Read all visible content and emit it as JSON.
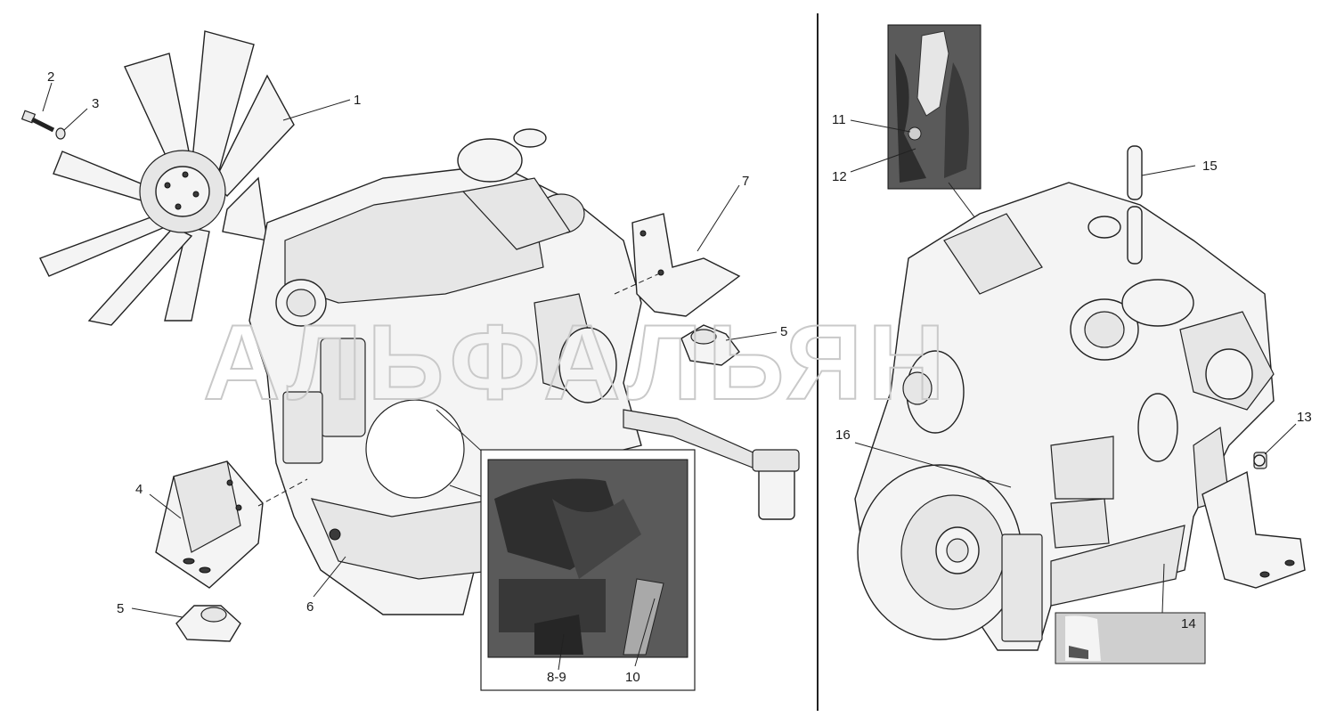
{
  "callouts": {
    "c1": "1",
    "c2": "2",
    "c3": "3",
    "c4": "4",
    "c5a": "5",
    "c5b": "5",
    "c6": "6",
    "c7": "7",
    "c89": "8-9",
    "c10": "10",
    "c11": "11",
    "c12": "12",
    "c13": "13",
    "c14": "14",
    "c15": "15",
    "c16": "16"
  },
  "watermark": "АЛЬФАЛЬЯН",
  "colors": {
    "line": "#222222",
    "fill": "#f4f4f4",
    "photo": "#5a5a5a",
    "watermark": "#c9c9c9"
  }
}
